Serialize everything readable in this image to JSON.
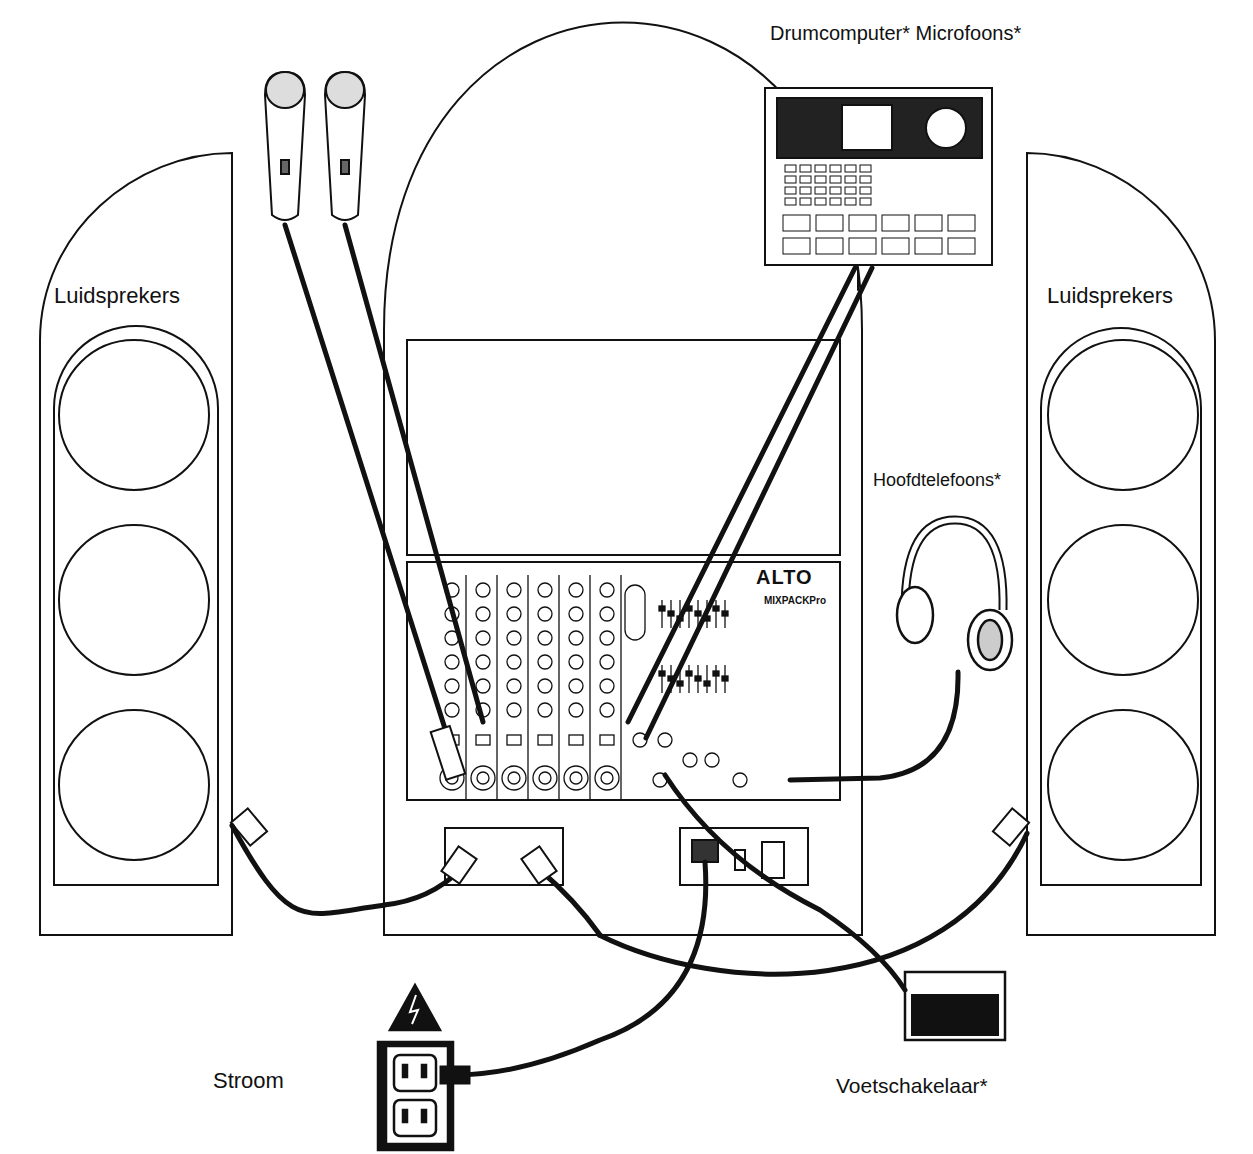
{
  "diagram": {
    "nodes": [
      {
        "text": [
          "Luidsprekers"
        ]
      },
      {
        "text": [
          "ALTO",
          "MIXPACKPro"
        ]
      },
      {
        "text": [
          "Luidsprekers"
        ]
      }
    ],
    "edges": [
      {
        "from": 0,
        "to": 1,
        "arrow": "none"
      },
      {
        "from": 2,
        "to": 1,
        "arrow": "none"
      }
    ],
    "labels": [
      "Drumcomputer* Microfoons*",
      "Hoofdtelefoons*",
      "Stroom",
      "Voetschakelaar*"
    ]
  }
}
